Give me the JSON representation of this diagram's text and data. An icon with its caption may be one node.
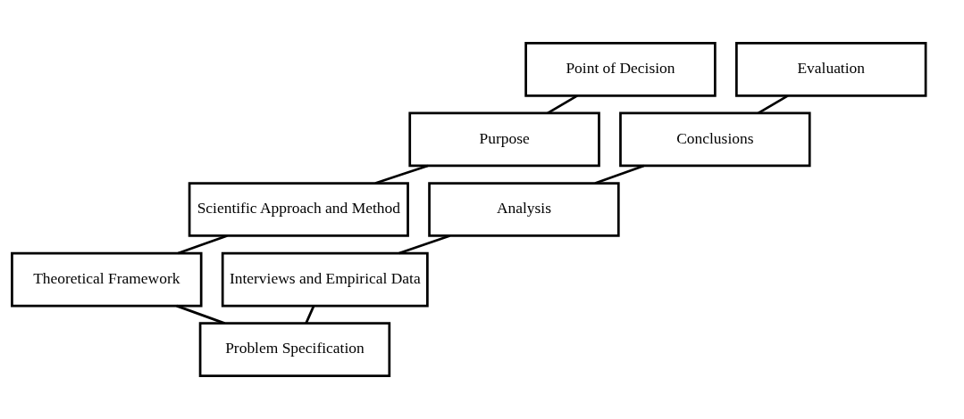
{
  "diagram": {
    "nodes": [
      {
        "text": [
          "Point of Decision"
        ]
      },
      {
        "text": [
          "Purpose"
        ]
      },
      {
        "text": [
          "Scientific Approach and Method"
        ]
      },
      {
        "text": [
          "Theoretical Framework"
        ]
      },
      {
        "text": [
          "Problem Specification"
        ]
      },
      {
        "text": [
          "Interviews and Empirical Data"
        ]
      },
      {
        "text": [
          "Analysis"
        ]
      },
      {
        "text": [
          "Conclusions"
        ]
      },
      {
        "text": [
          "Evaluation"
        ]
      }
    ],
    "edges": [
      {
        "from": 0,
        "to": 1,
        "arrow": "none"
      },
      {
        "from": 1,
        "to": 2,
        "arrow": "none"
      },
      {
        "from": 2,
        "to": 3,
        "arrow": "none"
      },
      {
        "from": 3,
        "to": 4,
        "arrow": "none"
      },
      {
        "from": 4,
        "to": 5,
        "arrow": "none"
      },
      {
        "from": 5,
        "to": 6,
        "arrow": "none"
      },
      {
        "from": 6,
        "to": 7,
        "arrow": "none"
      },
      {
        "from": 7,
        "to": 8,
        "arrow": "none"
      }
    ]
  }
}
